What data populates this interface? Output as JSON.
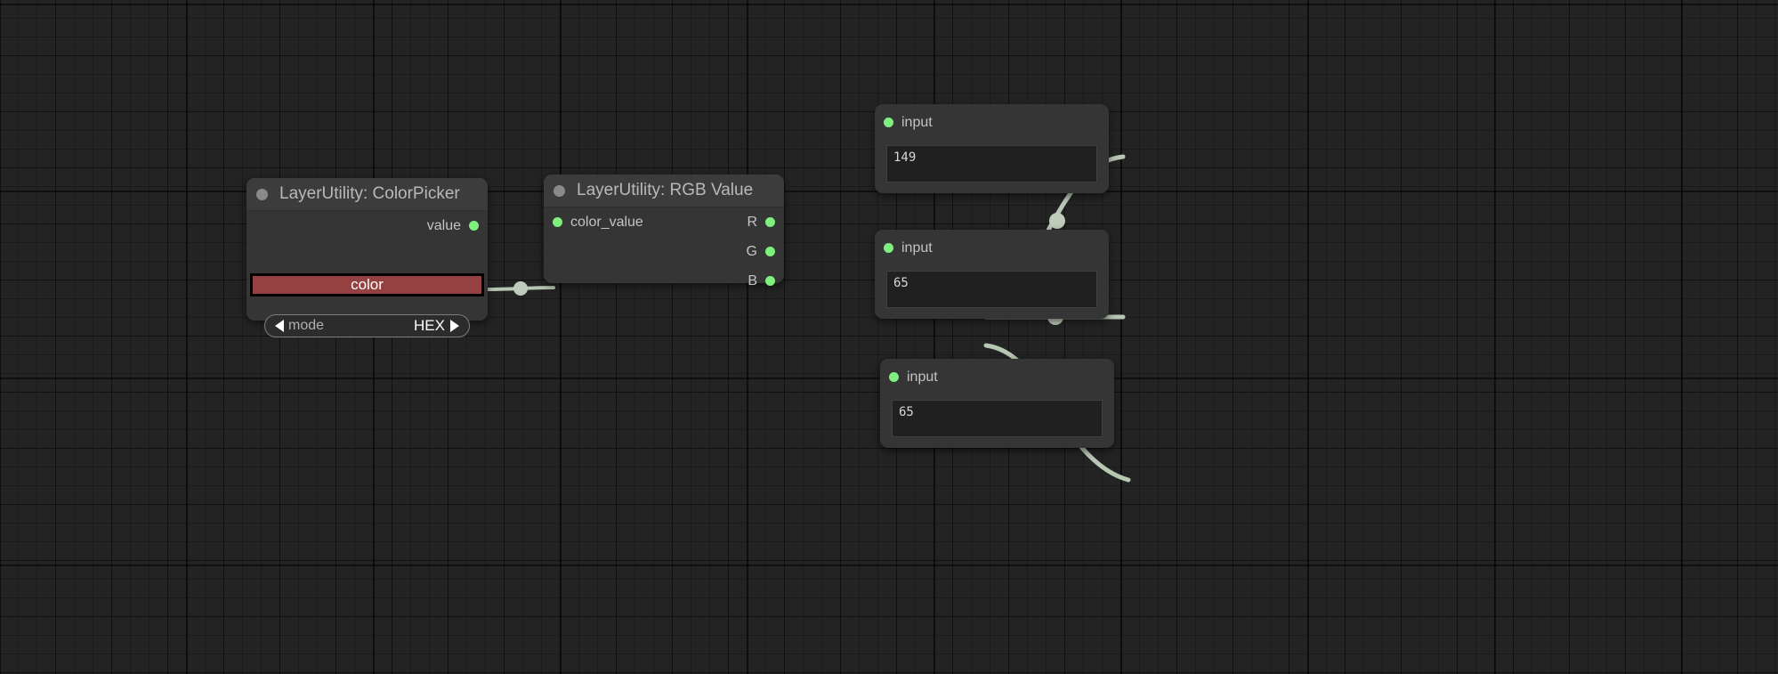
{
  "canvas": {
    "background_color": "#232323",
    "grid_line_color": "#000000",
    "link_color": "#b8c6b4",
    "slot_color": "#7ef07e"
  },
  "nodes": {
    "colorpicker": {
      "title": "LayerUtility: ColorPicker",
      "title_dot": "collapse-dot",
      "outputs": [
        {
          "label": "value",
          "slot_name": "value-output-slot"
        }
      ],
      "color_widget": {
        "label": "color",
        "value_hex": "#954141",
        "name": "color-swatch"
      },
      "combo_widget": {
        "name": "mode",
        "value": "HEX",
        "left_arrow": "prev-arrow-icon",
        "right_arrow": "next-arrow-icon"
      }
    },
    "rgbvalue": {
      "title": "LayerUtility: RGB Value",
      "title_dot": "collapse-dot",
      "inputs": [
        {
          "label": "color_value",
          "slot_name": "color-value-input-slot"
        }
      ],
      "outputs": [
        {
          "label": "R",
          "slot_name": "r-output-slot"
        },
        {
          "label": "G",
          "slot_name": "g-output-slot"
        },
        {
          "label": "B",
          "slot_name": "b-output-slot"
        }
      ]
    },
    "primitives": [
      {
        "input_label": "input",
        "value": "149",
        "slot_name": "input-slot-r"
      },
      {
        "input_label": "input",
        "value": "65",
        "slot_name": "input-slot-g"
      },
      {
        "input_label": "input",
        "value": "65",
        "slot_name": "input-slot-b"
      }
    ]
  },
  "links": [
    {
      "from": "colorpicker.value",
      "to": "rgbvalue.color_value"
    },
    {
      "from": "rgbvalue.R",
      "to": "primitive_1.input"
    },
    {
      "from": "rgbvalue.G",
      "to": "primitive_2.input"
    },
    {
      "from": "rgbvalue.B",
      "to": "primitive_3.input"
    }
  ]
}
